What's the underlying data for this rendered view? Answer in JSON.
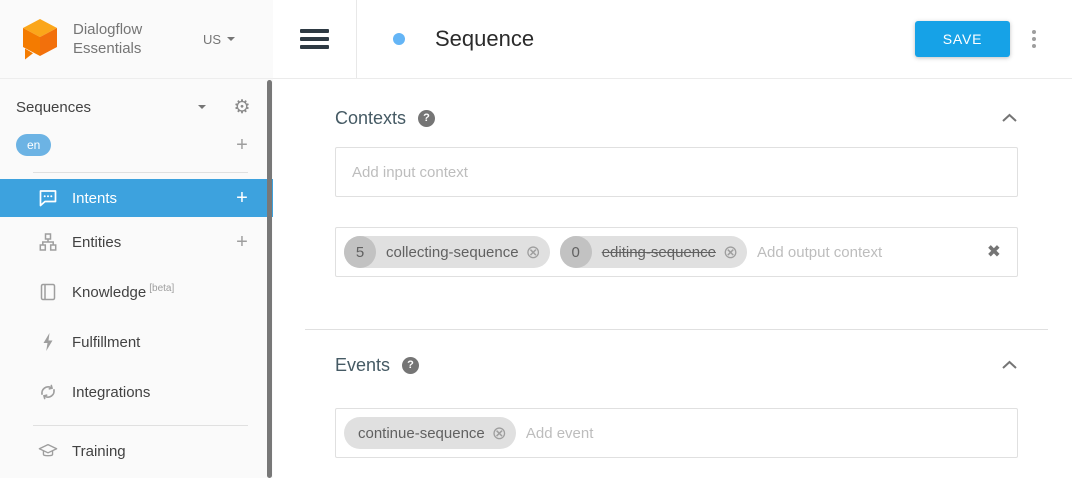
{
  "brand": {
    "line1": "Dialogflow",
    "line2": "Essentials",
    "region": "US"
  },
  "sidebar": {
    "agent_name": "Sequences",
    "language": "en",
    "items": [
      {
        "label": "Intents"
      },
      {
        "label": "Entities"
      },
      {
        "label": "Knowledge",
        "beta_tag": "[beta]"
      },
      {
        "label": "Fulfillment"
      },
      {
        "label": "Integrations"
      },
      {
        "label": "Training"
      }
    ]
  },
  "header": {
    "title": "Sequence",
    "save": "SAVE"
  },
  "contexts": {
    "heading": "Contexts",
    "input_placeholder": "Add input context",
    "output_placeholder": "Add output context",
    "chips": [
      {
        "lifespan": "5",
        "label": "collecting-sequence"
      },
      {
        "lifespan": "0",
        "label": "editing-sequence"
      }
    ]
  },
  "events": {
    "heading": "Events",
    "placeholder": "Add event",
    "chips": [
      {
        "label": "continue-sequence"
      }
    ]
  },
  "icons": {
    "gear": "⚙",
    "add": "+",
    "help": "?",
    "remove_chip": "⊗",
    "clear": "✖"
  },
  "colors": {
    "accent_blue": "#16a2e7",
    "active_item_blue": "#3da2de",
    "language_chip_blue": "#6cb3e4",
    "intent_dot_blue": "#64b5f6",
    "logo_orange_top": "#fba61a",
    "logo_orange_front": "#f47b00"
  }
}
